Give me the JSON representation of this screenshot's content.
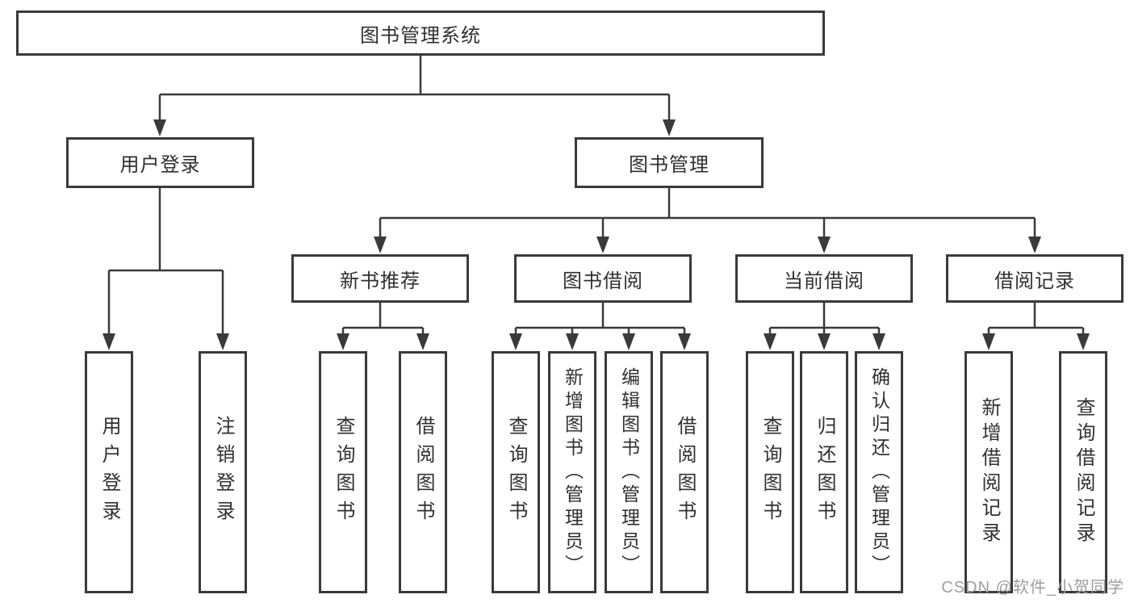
{
  "tree": {
    "root": {
      "label": "图书管理系统"
    },
    "branches": [
      {
        "label": "用户登录",
        "children": [
          {
            "label": "用户登录"
          },
          {
            "label": "注销登录"
          }
        ]
      },
      {
        "label": "图书管理",
        "children": [
          {
            "label": "新书推荐",
            "children": [
              {
                "label": "查询图书"
              },
              {
                "label": "借阅图书"
              }
            ]
          },
          {
            "label": "图书借阅",
            "children": [
              {
                "label": "查询图书"
              },
              {
                "label": "新增图书（管理员）"
              },
              {
                "label": "编辑图书（管理员）"
              },
              {
                "label": "借阅图书"
              }
            ]
          },
          {
            "label": "当前借阅",
            "children": [
              {
                "label": "查询图书"
              },
              {
                "label": "归还图书"
              },
              {
                "label": "确认归还（管理员）"
              }
            ]
          },
          {
            "label": "借阅记录",
            "children": [
              {
                "label": "新增借阅记录"
              },
              {
                "label": "查询借阅记录"
              }
            ]
          }
        ]
      }
    ]
  },
  "watermark": {
    "text": "CSDN @软件_小贺同学"
  },
  "colors": {
    "line": "#3a3a3a",
    "node_border": "#3a3a3a",
    "text": "#303030",
    "watermark": "#9e9e9e",
    "background": "#ffffff"
  }
}
